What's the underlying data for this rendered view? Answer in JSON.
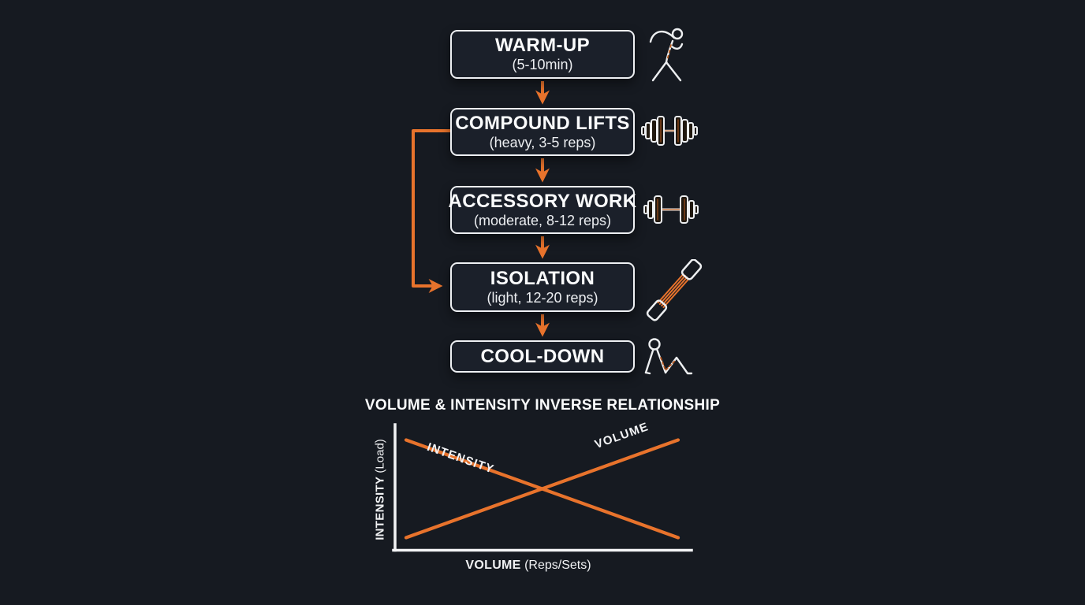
{
  "colors": {
    "background": "#161a21",
    "accent_orange": "#e8732c",
    "box_border": "#eef0f3",
    "text": "#fafbfc"
  },
  "flowchart": {
    "nodes": [
      {
        "title": "WARM-UP",
        "subtitle": "(5-10min)",
        "icon": "stretching-person-icon"
      },
      {
        "title": "COMPOUND LIFTS",
        "subtitle": "(heavy, 3-5 reps)",
        "icon": "barbell-icon"
      },
      {
        "title": "ACCESSORY WORK",
        "subtitle": "(moderate, 8-12 reps)",
        "icon": "dumbbell-icon"
      },
      {
        "title": "ISOLATION",
        "subtitle": "(light, 12-20 reps)",
        "icon": "resistance-band-icon"
      },
      {
        "title": "COOL-DOWN",
        "subtitle": "",
        "icon": "seated-stretch-icon"
      }
    ],
    "connections": [
      {
        "from": "WARM-UP",
        "to": "COMPOUND LIFTS",
        "style": "straight-down"
      },
      {
        "from": "COMPOUND LIFTS",
        "to": "ACCESSORY WORK",
        "style": "straight-down"
      },
      {
        "from": "ACCESSORY WORK",
        "to": "ISOLATION",
        "style": "straight-down"
      },
      {
        "from": "ISOLATION",
        "to": "COOL-DOWN",
        "style": "straight-down"
      },
      {
        "from": "COMPOUND LIFTS",
        "to": "ISOLATION",
        "style": "left-elbow-bypass"
      }
    ]
  },
  "chart": {
    "title": "VOLUME & INTENSITY INVERSE RELATIONSHIP",
    "ylabel_primary": "INTENSITY",
    "ylabel_secondary": " (Load)",
    "xlabel_primary": "VOLUME",
    "xlabel_secondary": " (Reps/Sets)",
    "line_label_intensity": "INTENSITY",
    "line_label_volume": "VOLUME"
  },
  "chart_data": {
    "type": "line",
    "title": "VOLUME & INTENSITY INVERSE RELATIONSHIP",
    "xlabel": "VOLUME (Reps/Sets)",
    "ylabel": "INTENSITY (Load)",
    "x_range": [
      0,
      10
    ],
    "y_range": [
      0,
      10
    ],
    "grid": false,
    "legend": "inline-rotated-labels",
    "series": [
      {
        "name": "INTENSITY",
        "color": "#e8732c",
        "trend": "decreasing",
        "points": [
          [
            0,
            9
          ],
          [
            10,
            1
          ]
        ]
      },
      {
        "name": "VOLUME",
        "color": "#e8732c",
        "trend": "increasing",
        "points": [
          [
            0,
            1
          ],
          [
            10,
            9
          ]
        ]
      }
    ]
  }
}
